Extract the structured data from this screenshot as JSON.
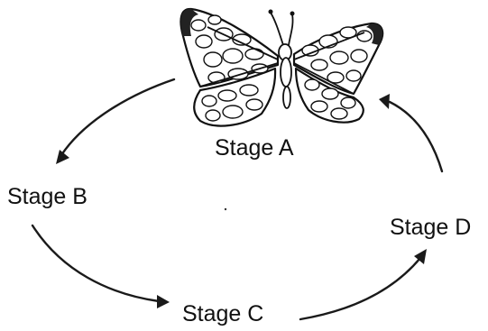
{
  "stages": {
    "a": {
      "label": "Stage A"
    },
    "b": {
      "label": "Stage B"
    },
    "c": {
      "label": "Stage C"
    },
    "d": {
      "label": "Stage D"
    }
  },
  "arrows": [
    {
      "from": "Stage A",
      "to": "Stage B"
    },
    {
      "from": "Stage B",
      "to": "Stage C"
    },
    {
      "from": "Stage C",
      "to": "Stage D"
    },
    {
      "from": "Stage D",
      "to": "Stage A"
    }
  ],
  "icons": {
    "stage_a_image": "butterfly-icon"
  }
}
